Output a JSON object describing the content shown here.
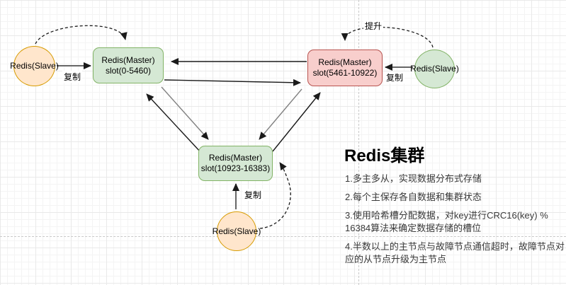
{
  "diagram": {
    "nodes": {
      "slave_top_left": {
        "label": "Redis(Slave)",
        "role": "slave"
      },
      "master_left": {
        "label": "Redis(Master)\nslot(0-5460)",
        "role": "master"
      },
      "master_right": {
        "label": "Redis(Master)\nslot(5461-10922)",
        "role": "master"
      },
      "slave_top_right": {
        "label": "Redis(Slave)",
        "role": "slave"
      },
      "master_bottom": {
        "label": "Redis(Master)\nslot(10923-16383)",
        "role": "master"
      },
      "slave_bottom": {
        "label": "Redis(Slave)",
        "role": "slave"
      }
    },
    "edge_labels": {
      "replicate_left": "复制",
      "replicate_right": "复制",
      "replicate_bottom": "复制",
      "promote": "提升"
    },
    "colors": {
      "green_fill": "#d5e8d4",
      "green_stroke": "#82b366",
      "red_fill": "#f8cecc",
      "red_stroke": "#b85450",
      "orange_fill": "#ffe6cc",
      "orange_stroke": "#d79b00",
      "arrow": "#1a1a1a",
      "arrow_gray": "#808080",
      "replicate_arrow": "#666666",
      "guide": "#c9c9c9"
    }
  },
  "notes": {
    "title": "Redis集群",
    "items": [
      "1.多主多从，实现数据分布式存储",
      "2.每个主保存各自数据和集群状态",
      "3.使用哈希槽分配数据，对key进行CRC16(key) % 16384算法来确定数据存储的槽位",
      "4.半数以上的主节点与故障节点通信超时，故障节点对应的从节点升级为主节点"
    ]
  }
}
